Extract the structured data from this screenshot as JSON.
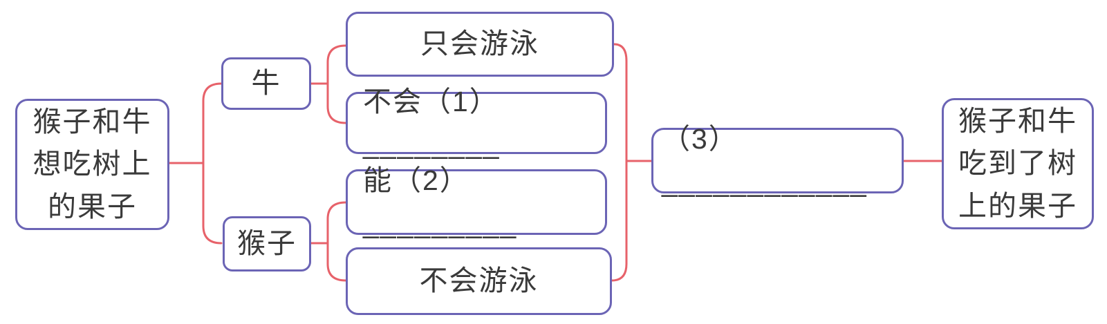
{
  "diagram": {
    "type": "flowchart",
    "colors": {
      "connector": "#e7626a",
      "border": "#6b64b5",
      "text": "#3a3a3a",
      "background": "#ffffff"
    },
    "nodes": {
      "start": {
        "label": "猴子和牛\n想吃树上\n的果子"
      },
      "cow": {
        "label": "牛"
      },
      "monkey": {
        "label": "猴子"
      },
      "cow_only_swim": {
        "label": "只会游泳"
      },
      "cow_cannot_blank1": {
        "label": "不会（1）________"
      },
      "monkey_can_blank2": {
        "label": "能（2）_________"
      },
      "monkey_cannot_swim": {
        "label": "不会游泳"
      },
      "solution_blank3": {
        "label": "（3）____________"
      },
      "end": {
        "label": "猴子和牛\n吃到了树\n上的果子"
      }
    },
    "edges": [
      {
        "from": "start",
        "to": "cow"
      },
      {
        "from": "start",
        "to": "monkey"
      },
      {
        "from": "cow",
        "to": "cow_only_swim"
      },
      {
        "from": "cow",
        "to": "cow_cannot_blank1"
      },
      {
        "from": "monkey",
        "to": "monkey_can_blank2"
      },
      {
        "from": "monkey",
        "to": "monkey_cannot_swim"
      },
      {
        "from": "cow_only_swim",
        "to": "solution_blank3"
      },
      {
        "from": "monkey_cannot_swim",
        "to": "solution_blank3"
      },
      {
        "from": "solution_blank3",
        "to": "end"
      }
    ]
  }
}
